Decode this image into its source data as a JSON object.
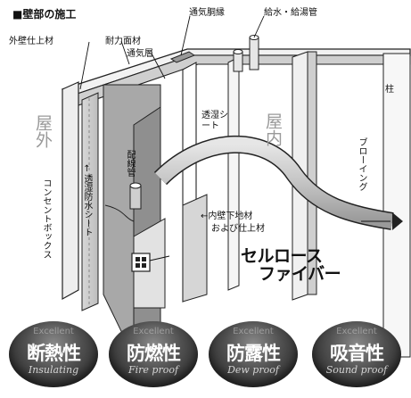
{
  "labels": {
    "title": "■壁部の施工",
    "exterior_finish": "外壁仕上材",
    "structural_board": "耐力面材",
    "vent_layer": "通気層",
    "vent_furring": "通気胴縁",
    "water_pipe": "給水・給湯管",
    "pillar": "柱",
    "outside": "屋外",
    "inside": "屋内",
    "moisture_sheet": "透湿シート",
    "wiring_pipe": "配線管",
    "waterproof_sheet": "↑透湿防水シート",
    "outlet_box": "コンセントボックス",
    "blowing": "ブローイング",
    "inner_wall_line1": "←内壁下地材",
    "inner_wall_line2": "および仕上材",
    "cellulose_line1": "セルロース",
    "cellulose_line2": "ファイバー"
  },
  "badges": [
    {
      "top": "Excellent",
      "main": "断熱性",
      "sub": "Insulating"
    },
    {
      "top": "Excellent",
      "main": "防燃性",
      "sub": "Fire proof"
    },
    {
      "top": "Excellent",
      "main": "防露性",
      "sub": "Dew proof"
    },
    {
      "top": "Excellent",
      "main": "吸音性",
      "sub": "Sound proof"
    }
  ]
}
